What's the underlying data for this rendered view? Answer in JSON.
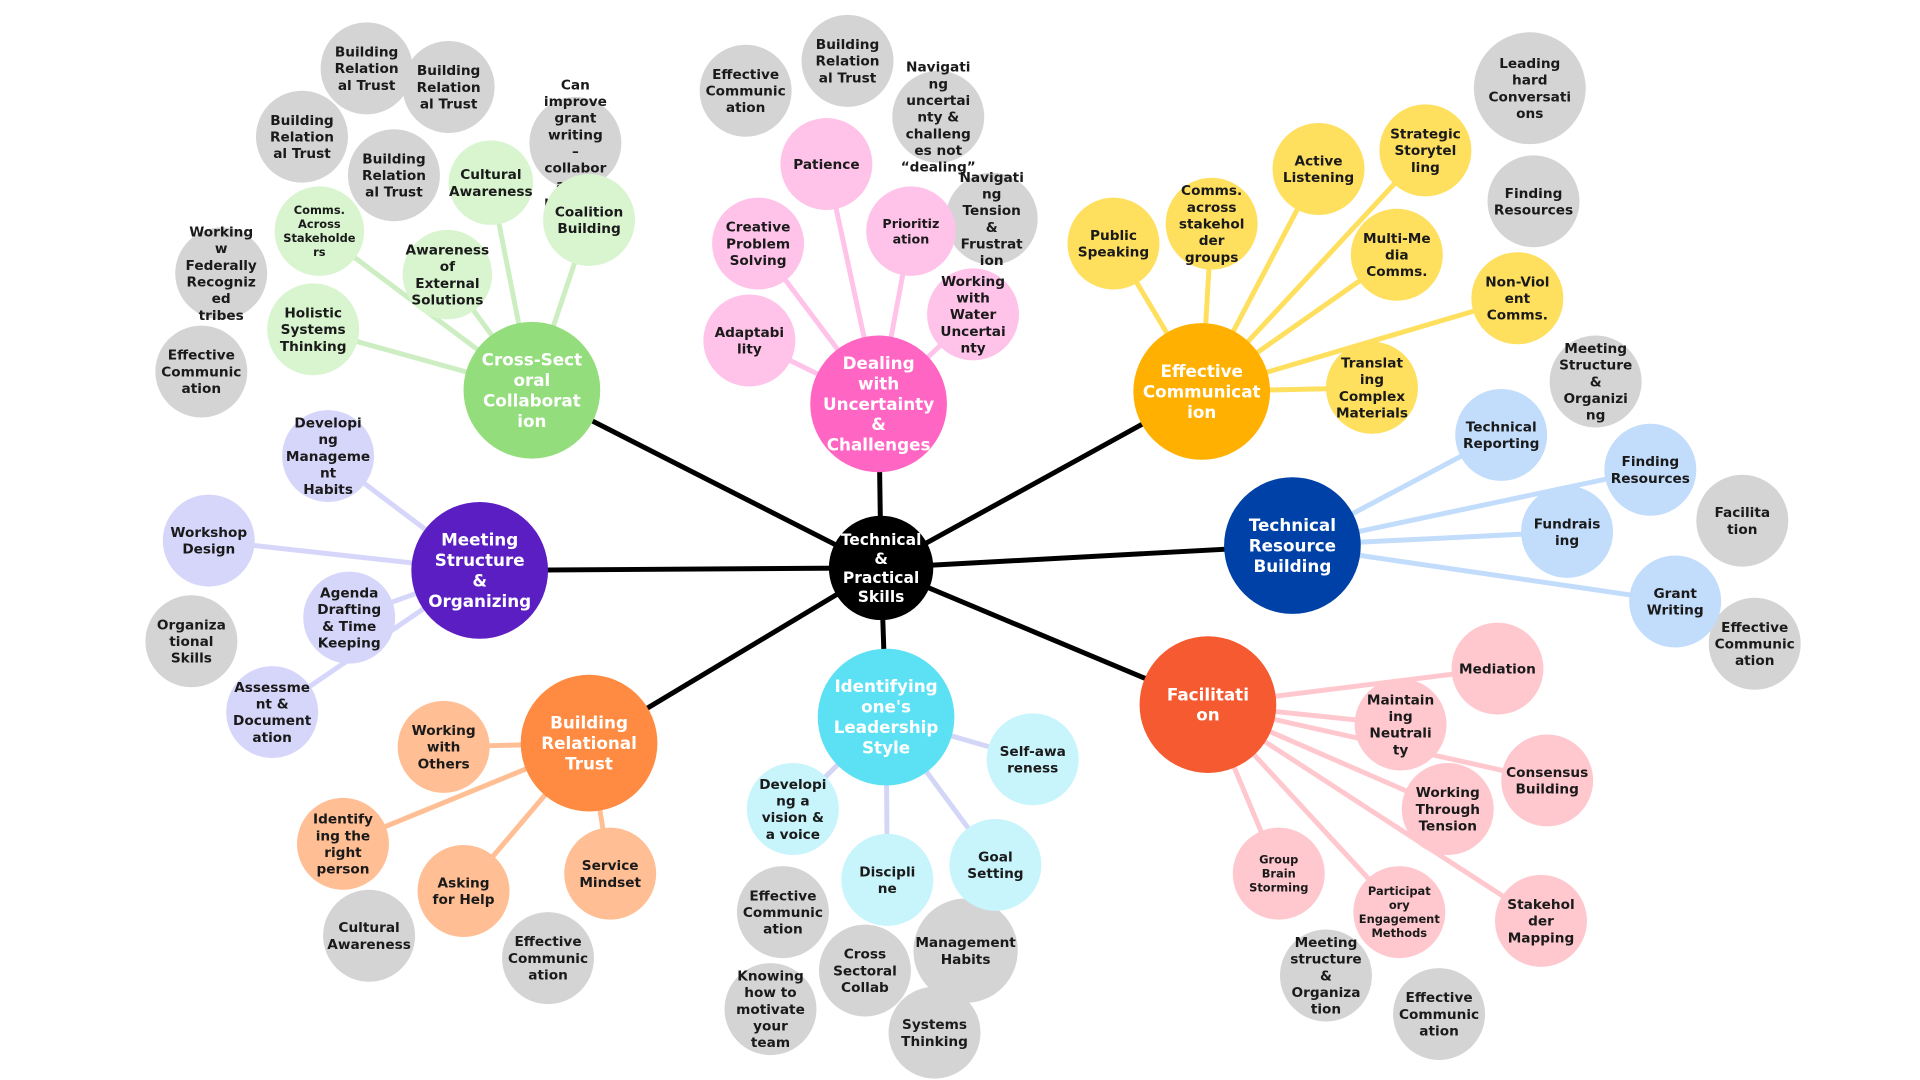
{
  "colors": {
    "center": "#000000",
    "spoke": "#000000",
    "grey_circle": "#d4d4d4",
    "grey_text": "#1a1a1a"
  },
  "center": {
    "label": "Technical & Practical Skills",
    "color": "#000000",
    "text_color": "#ffffff"
  },
  "branches": [
    {
      "id": "cross-sectoral-collaboration",
      "label": "Cross-Sectoral Collaboration",
      "color": "#94dd7c",
      "text_color": "#ffffff",
      "leaf_color": "#d8f5cf",
      "line_color": "#cdeec2",
      "leaves": [
        "Cultural Awareness",
        "Coalition Building",
        "Comms. Across Stakeholders",
        "Awareness of External Solutions",
        "Holistic Systems Thinking"
      ],
      "examples": [
        "Building Relational Trust",
        "Building Relational Trust",
        "Building Relational Trust",
        "Building Relational Trust",
        "Can improve grant writing – collaborative projects",
        "Working w Federally Recognized tribes",
        "Effective Communication"
      ]
    },
    {
      "id": "dealing-with-uncertainty",
      "label": "Dealing with Uncertainty & Challenges",
      "color": "#ff66c4",
      "text_color": "#ffffff",
      "leaf_color": "#ffc3ea",
      "line_color": "#ffc3ea",
      "leaves": [
        "Patience",
        "Creative Problem Solving",
        "Prioritization",
        "Working with Water Uncertainty",
        "Adaptability"
      ],
      "examples": [
        "Effective Communication",
        "Building Relational Trust",
        "Navigating uncertainty & challenges not “dealing”",
        "Navigating Tension & Frustration"
      ]
    },
    {
      "id": "effective-communication",
      "label": "Effective Communication",
      "color": "#ffb000",
      "text_color": "#ffffff",
      "leaf_color": "#ffdf5e",
      "line_color": "#ffdf5e",
      "leaves": [
        "Public Speaking",
        "Comms. across stakeholder groups",
        "Active Listening",
        "Strategic Storytelling",
        "Multi-Media Comms.",
        "Non-Violent Comms.",
        "Translating Complex Materials"
      ],
      "examples": [
        "Leading hard Conversations",
        "Finding Resources"
      ]
    },
    {
      "id": "technical-resource-building",
      "label": "Technical Resource Building",
      "color": "#0041a7",
      "text_color": "#ffffff",
      "leaf_color": "#c2dcfc",
      "line_color": "#c2dcfc",
      "leaves": [
        "Technical Reporting",
        "Finding Resources",
        "Fundraising",
        "Grant Writing"
      ],
      "examples": [
        "Meeting Structure & Organizing",
        "Facilitation",
        "Effective Communication"
      ]
    },
    {
      "id": "facilitation",
      "label": "Facilitation",
      "color": "#f55a31",
      "text_color": "#ffffff",
      "leaf_color": "#ffc8cf",
      "line_color": "#ffc8cf",
      "leaves": [
        "Mediation",
        "Maintaining Neutrality",
        "Consensus Building",
        "Working Through Tension",
        "Stakeholder Mapping",
        "Participatory Engagement Methods",
        "Group Brain Storming"
      ],
      "examples": [
        "Meeting structure & Organization",
        "Effective Communication"
      ]
    },
    {
      "id": "leadership-style",
      "label": "Identifying one's Leadership Style",
      "color": "#5ce1f4",
      "text_color": "#ffffff",
      "leaf_color": "#c8f4fb",
      "line_color": "#d3d6f7",
      "leaves": [
        "Self-awareness",
        "Developing a vision & a voice",
        "Discipline",
        "Goal Setting"
      ],
      "examples": [
        "Effective Communication",
        "Cross Sectoral Collab",
        "Management Habits",
        "Knowing how to motivate your team",
        "Systems Thinking"
      ]
    },
    {
      "id": "building-relational-trust",
      "label": "Building Relational Trust",
      "color": "#ff8b42",
      "text_color": "#ffffff",
      "leaf_color": "#ffbe93",
      "line_color": "#ffbe93",
      "leaves": [
        "Working with Others",
        "Identifying the right person",
        "Asking for Help",
        "Service Mindset"
      ],
      "examples": [
        "Cultural Awareness",
        "Effective Communication"
      ]
    },
    {
      "id": "meeting-structure",
      "label": "Meeting Structure & Organizing",
      "color": "#5a1ec3",
      "text_color": "#ffffff",
      "leaf_color": "#d6d6fb",
      "line_color": "#d6d6fb",
      "leaves": [
        "Developing Management Habits",
        "Workshop Design",
        "Agenda Drafting & Time Keeping",
        "Assessment & Documentation"
      ],
      "examples": [
        "Organizational Skills"
      ]
    }
  ]
}
